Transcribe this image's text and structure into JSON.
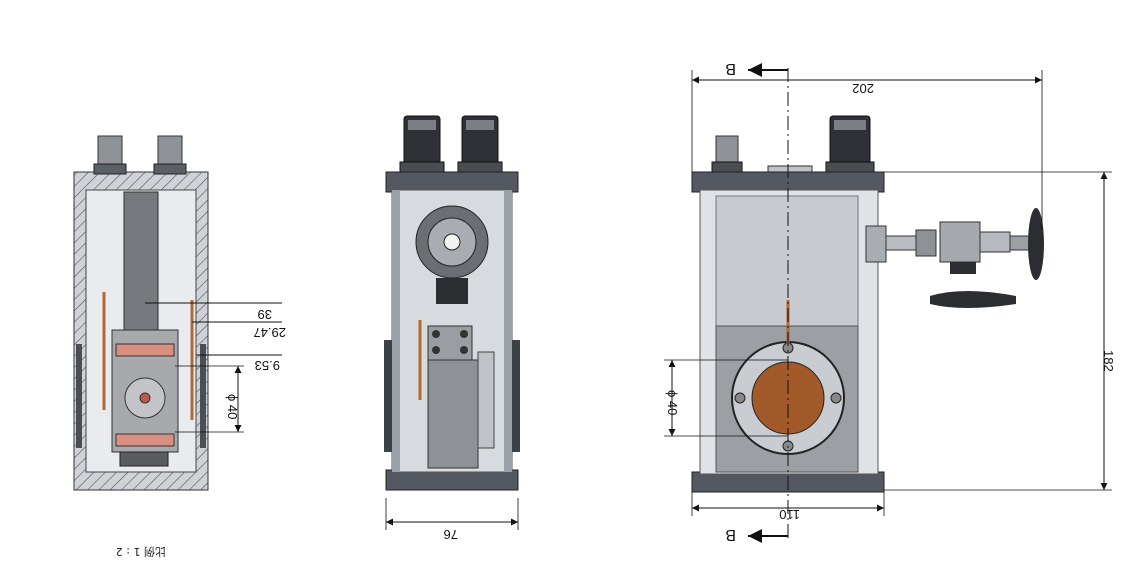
{
  "view_left": {
    "dim_a": "39",
    "dim_b": "29.47",
    "dim_c": "9.53",
    "dim_d": "ϕ 40",
    "scale": "比例 1 : 2"
  },
  "view_middle": {
    "dim_width": "76"
  },
  "view_right": {
    "dim_total_width": "202",
    "dim_height": "182",
    "dim_body_width": "110",
    "dim_window": "ϕ 40",
    "section_top": "B",
    "section_bottom": "B"
  },
  "colors": {
    "frame": "#3a4048",
    "glass": "#d4d8dd",
    "metal": "#8d9096",
    "dark_metal": "#2b2d31",
    "copper": "#a25a2a",
    "window_ring": "#c9ccd0"
  }
}
